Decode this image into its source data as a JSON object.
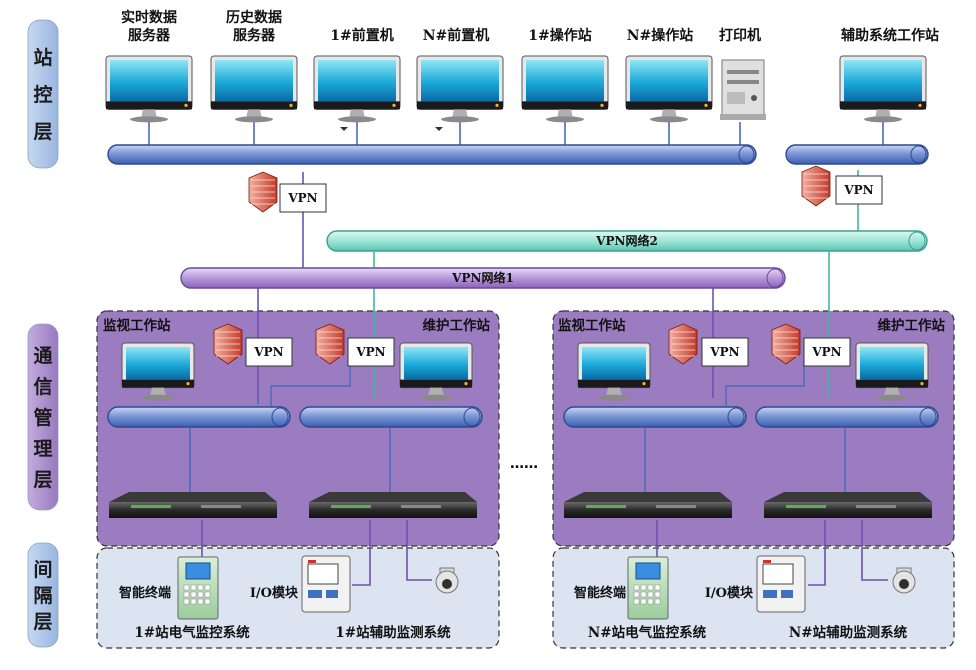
{
  "layers": {
    "station": [
      "站",
      "控",
      "层"
    ],
    "comm": [
      "通",
      "信",
      "管",
      "理",
      "层"
    ],
    "bay": [
      "间",
      "隔",
      "层"
    ]
  },
  "top_devices": [
    {
      "line1": "实时数据",
      "line2": "服务器"
    },
    {
      "line1": "历史数据",
      "line2": "服务器"
    },
    {
      "line1": "1#前置机",
      "line2": ""
    },
    {
      "line1": "N#前置机",
      "line2": ""
    },
    {
      "line1": "1#操作站",
      "line2": ""
    },
    {
      "line1": "N#操作站",
      "line2": ""
    },
    {
      "line1": "打印机",
      "line2": ""
    }
  ],
  "aux_workstation": "辅助系统工作站",
  "vpn_label": "VPN",
  "networks": {
    "vpn1": "VPN网络1",
    "vpn2": "VPN网络2"
  },
  "stations": [
    {
      "monitor_ws": "监视工作站",
      "maint_ws": "维护工作站",
      "terminal": "智能终端",
      "io": "I/O模块",
      "elec_system": "1#站电气监控系统",
      "aux_system": "1#站辅助监测系统"
    },
    {
      "monitor_ws": "监视工作站",
      "maint_ws": "维护工作站",
      "terminal": "智能终端",
      "io": "I/O模块",
      "elec_system": "N#站电气监控系统",
      "aux_system": "N#站辅助监测系统"
    }
  ],
  "ellipsis": "……",
  "colors": {
    "station_layer": "#a8c4e8",
    "comm_layer": "#a98ac8",
    "bay_layer": "#b7cbe8",
    "comm_bg": "#9c7cc0",
    "bay_bg": "#dbe4f0",
    "blue_bus": "#5877c4",
    "purple_bus": "#b89ad8",
    "teal_bus": "#8fe0d0"
  }
}
